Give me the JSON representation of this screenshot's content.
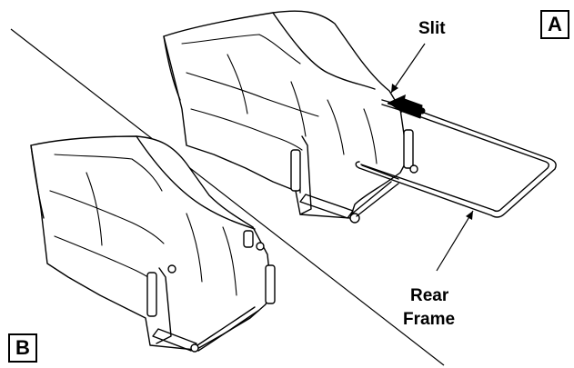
{
  "panels": {
    "a": "A",
    "b": "B"
  },
  "labels": {
    "slit": "Slit",
    "rear_frame_line1": "Rear",
    "rear_frame_line2": "Frame"
  },
  "colors": {
    "ink": "#000000",
    "background": "#ffffff"
  }
}
